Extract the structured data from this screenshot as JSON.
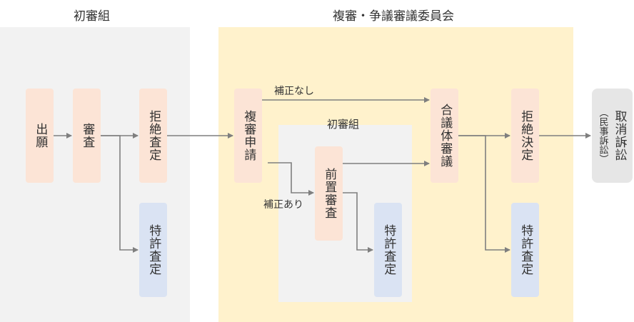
{
  "regions": {
    "left_title": "初審組",
    "appeal_title": "複審・争議審議委員会",
    "inner_title": "初審組"
  },
  "boxes": {
    "application": "出願",
    "examination": "審査",
    "rejection": "拒絶査定",
    "grant_left": "特許査定",
    "reexam_request": "複審申請",
    "pre_examination": "前置審査",
    "grant_inner": "特許査定",
    "collegial": "合議体審議",
    "reject_decision": "拒絶決定",
    "grant_right": "特許査定",
    "lawsuit_main": "取消訴訟",
    "lawsuit_sub": "（民事訴訟）"
  },
  "edge_labels": {
    "no_amendment": "補正なし",
    "with_amendment": "補正あり"
  },
  "colors": {
    "left_region_bg": "#f2f2f2",
    "appeal_region_bg": "#fff2cc",
    "inner_region_bg": "#f2f2f2",
    "step_box": "#fce4d6",
    "grant_box": "#dae3f3",
    "lawsuit_box": "#e6e6e6",
    "arrow": "#7f7f7f"
  }
}
